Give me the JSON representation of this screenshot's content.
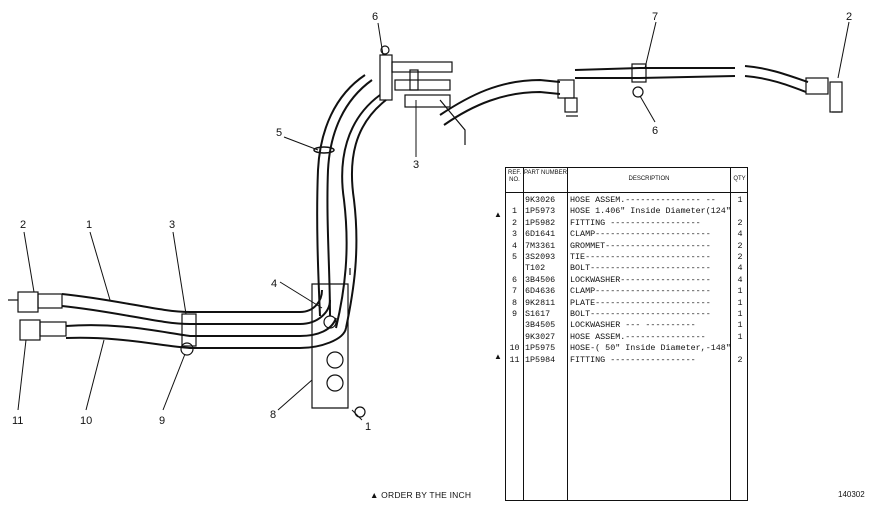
{
  "callouts": {
    "top_6": "6",
    "top_7": "7",
    "top_2": "2",
    "top_5": "5",
    "top_3": "3",
    "mid_6": "6",
    "left_2": "2",
    "left_1": "1",
    "left_3": "3",
    "left_4": "4",
    "left_11": "11",
    "left_10": "10",
    "left_9": "9",
    "left_8": "8",
    "left_1b": "1"
  },
  "table": {
    "headers": {
      "ref": "REF. NO.",
      "part": "PART NUMBER",
      "desc": "DESCRIPTION",
      "qty": "QTY"
    },
    "rows": [
      {
        "ref": "",
        "part": "9K3026",
        "desc": "HOSE ASSEM.--------------- --",
        "qty": "1"
      },
      {
        "ref": "1",
        "part": "1P5973",
        "desc": " HOSE 1.406\" Inside Diameter(124\"",
        "qty": ""
      },
      {
        "ref": "2",
        "part": "1P5982",
        "desc": "  FITTING ------------------",
        "qty": "2"
      },
      {
        "ref": "3",
        "part": "6D1641",
        "desc": "CLAMP-----------------------",
        "qty": "4"
      },
      {
        "ref": "4",
        "part": "7M3361",
        "desc": "GROMMET---------------------",
        "qty": "2"
      },
      {
        "ref": "5",
        "part": "3S2093",
        "desc": "TIE-------------------------",
        "qty": "2"
      },
      {
        "ref": "",
        "part": "T102",
        "desc": "BOLT------------------------",
        "qty": "4"
      },
      {
        "ref": "6",
        "part": "3B4506",
        "desc": "LOCKWASHER------------------",
        "qty": "4"
      },
      {
        "ref": "7",
        "part": "6D4636",
        "desc": "CLAMP-----------------------",
        "qty": "1"
      },
      {
        "ref": "8",
        "part": "9K2811",
        "desc": "PLATE-----------------------",
        "qty": "1"
      },
      {
        "ref": "9",
        "part": "S1617",
        "desc": "BOLT------------------------",
        "qty": "1"
      },
      {
        "ref": "",
        "part": "3B4505",
        "desc": "LOCKWASHER --- ----------",
        "qty": "1"
      },
      {
        "ref": "",
        "part": "9K3027",
        "desc": "HOSE ASSEM.----------------",
        "qty": "1"
      },
      {
        "ref": "10",
        "part": "1P5975",
        "desc": " HOSE-( 50\" Inside Diameter,-148\"",
        "qty": ""
      },
      {
        "ref": "11",
        "part": "1P5984",
        "desc": "  FITTING -----------------",
        "qty": "2"
      }
    ]
  },
  "footnote": "▲ ORDER BY THE INCH",
  "drawing_id": "140302"
}
